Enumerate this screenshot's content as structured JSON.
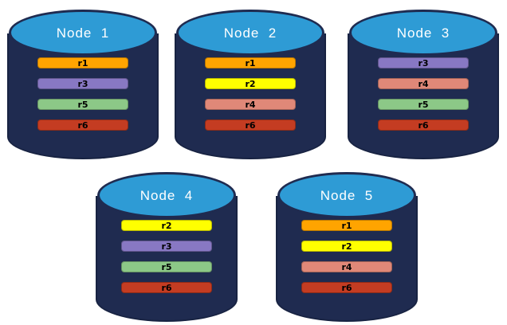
{
  "diagram": {
    "description_colors": {
      "cylinder_body": "#1F2B50",
      "cylinder_top": "#2E9BD5",
      "title_text": "#FFFFFF",
      "bar_text": "#000000"
    },
    "replica_colors": {
      "r1": "#FFA400",
      "r2": "#FFFF00",
      "r3": "#8878C3",
      "r4": "#E08878",
      "r5": "#8CC887",
      "r6": "#C43C22"
    },
    "nodes": [
      {
        "label": "Node  1",
        "replicas": [
          "r1",
          "r3",
          "r5",
          "r6"
        ]
      },
      {
        "label": "Node  2",
        "replicas": [
          "r1",
          "r2",
          "r4",
          "r6"
        ]
      },
      {
        "label": "Node  3",
        "replicas": [
          "r3",
          "r4",
          "r5",
          "r6"
        ]
      },
      {
        "label": "Node  4",
        "replicas": [
          "r2",
          "r3",
          "r5",
          "r6"
        ]
      },
      {
        "label": "Node  5",
        "replicas": [
          "r1",
          "r2",
          "r4",
          "r6"
        ]
      }
    ]
  }
}
